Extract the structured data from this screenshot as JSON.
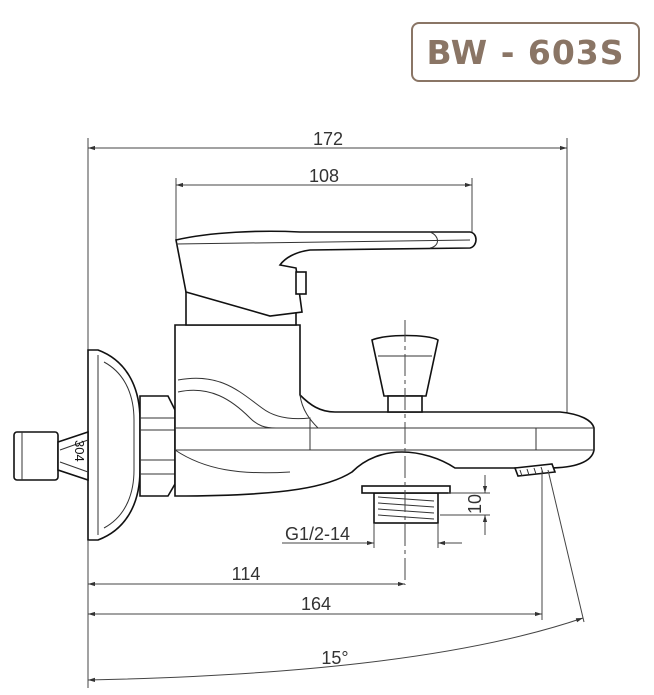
{
  "model": "BW - 603S",
  "dimensions": {
    "overall_width": "172",
    "lever_length": "108",
    "outlet_height": "10",
    "thread": "G1/2-14",
    "center_to_outlet": "114",
    "wall_to_spout": "164",
    "swing_angle": "15°"
  },
  "marking": "304"
}
